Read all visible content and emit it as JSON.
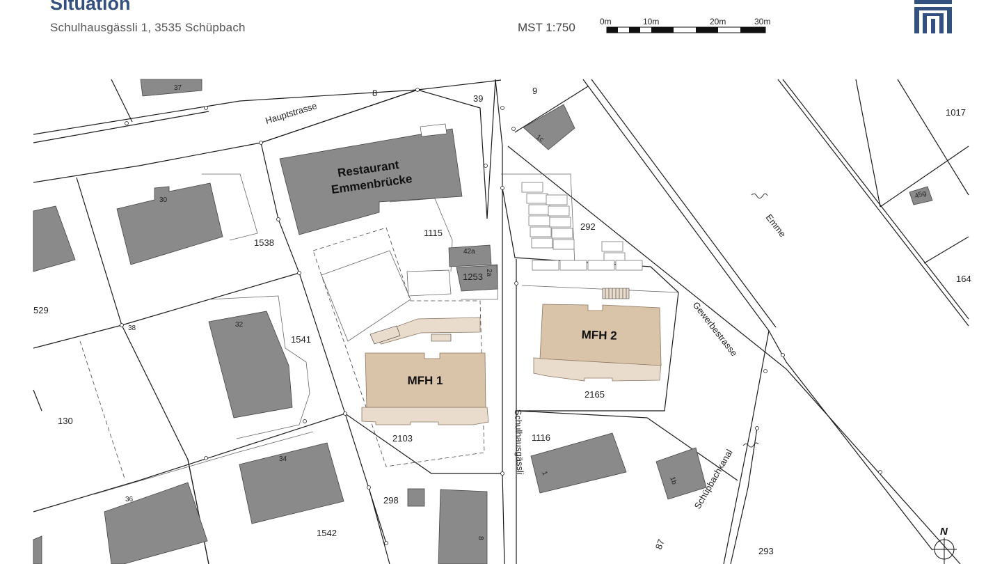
{
  "header": {
    "title": "Situation",
    "address": "Schulhausgässli 1, 3535 Schüpbach"
  },
  "scale": {
    "label": "MST 1:750",
    "ticks": [
      "0m",
      "10m",
      "20m",
      "30m"
    ]
  },
  "colors": {
    "brand": "#34507e",
    "existing_building": "#8a8a8a",
    "new_building": "#d9c4aa",
    "line": "#1a1a1a"
  },
  "map": {
    "buildings": {
      "restaurant_line1": "Restaurant",
      "restaurant_line2": "Emmenbrücke",
      "mfh1": "MFH 1",
      "mfh2": "MFH 2",
      "b37": "37",
      "b30": "30",
      "b32": "32",
      "b34": "34",
      "b36": "36",
      "b42a": "42a",
      "b2a": "2a",
      "b1c": "1c",
      "b1b": "1b",
      "b1": "1",
      "b8": "8",
      "b45g": "45g"
    },
    "parcels": {
      "p8": "8",
      "p39": "39",
      "p9": "9",
      "p1017": "1017",
      "p292": "292",
      "p1115": "1115",
      "p1253": "1253",
      "p1538": "1538",
      "p529": "529",
      "p1541": "1541",
      "p130": "130",
      "p2103": "2103",
      "p2165": "2165",
      "p1116": "1116",
      "p298": "298",
      "p1542": "1542",
      "p293": "293",
      "p87": "87",
      "p164": "164",
      "p38": "38"
    },
    "streets": {
      "hauptstrasse": "Hauptstrasse",
      "gewerbestrasse": "Gewerbestrasse",
      "schulhausgaessli": "Schulhausgässli",
      "emme": "Emme",
      "schuepbachkanal": "Schüpbachkanal"
    },
    "north_label": "N"
  }
}
